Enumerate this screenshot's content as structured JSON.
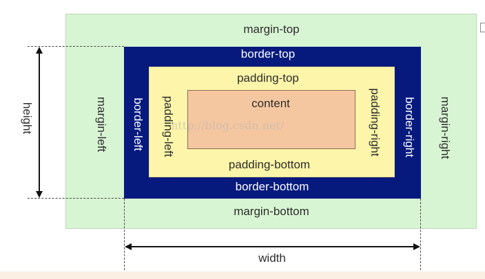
{
  "diagram": {
    "margin": {
      "top": "margin-top",
      "bottom": "margin-bottom",
      "left": "margin-left",
      "right": "margin-right",
      "color": "#d8f5d3"
    },
    "border": {
      "top": "border-top",
      "bottom": "border-bottom",
      "left": "border-left",
      "right": "border-right",
      "color": "#061a7e"
    },
    "padding": {
      "top": "padding-top",
      "bottom": "padding-bottom",
      "left": "padding-left",
      "right": "padding-right",
      "color": "#fdf5a9"
    },
    "content": {
      "label": "content",
      "color": "#f5c7a1"
    },
    "dimensions": {
      "height": "height",
      "width": "width"
    },
    "watermark": "http://blog.csdn.net/"
  }
}
